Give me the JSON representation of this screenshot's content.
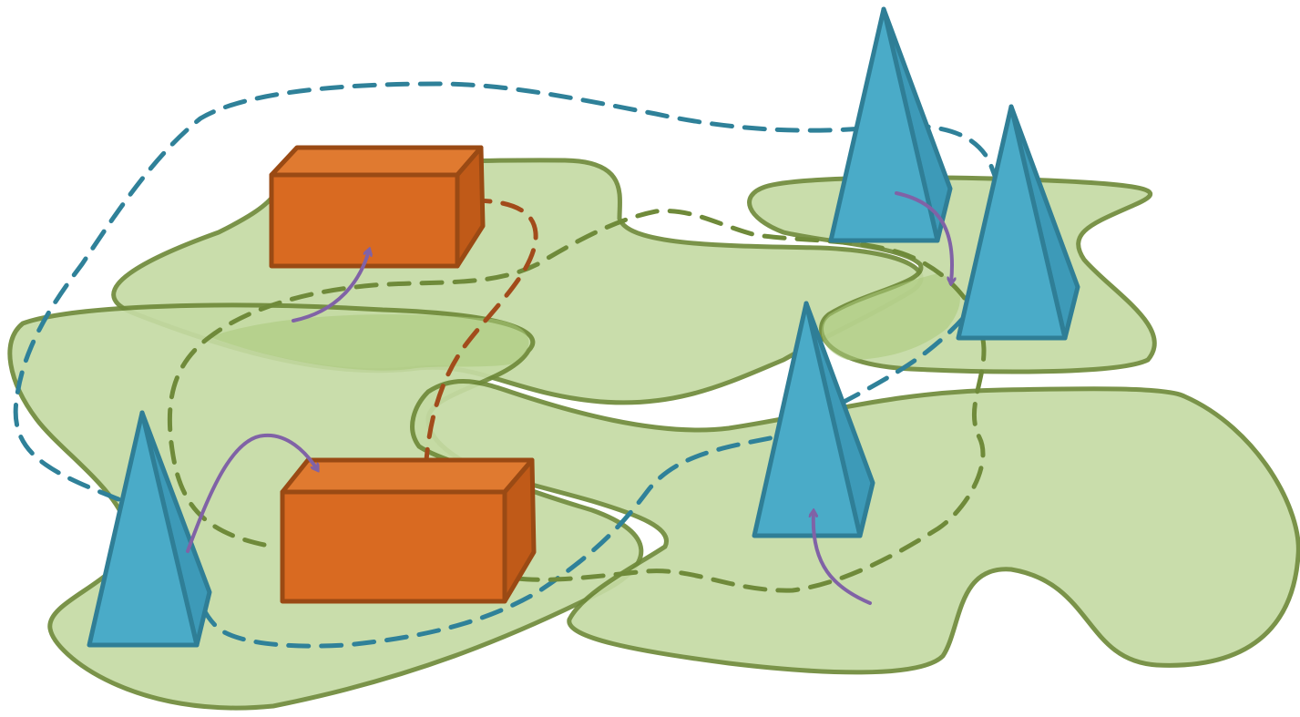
{
  "colors": {
    "background": "#ffffff",
    "region_fill": "#c5dba4",
    "region_overlap_fill": "#a9c97a",
    "region_stroke": "#6f8a3a",
    "box_front": "#d96a21",
    "box_top": "#e07a30",
    "box_side": "#c05a18",
    "box_stroke": "#9a4a14",
    "pyramid_face": "#4aabc8",
    "pyramid_side": "#3d9ab8",
    "pyramid_stroke": "#2f7e96",
    "path_blue": "#2f8199",
    "path_green": "#6f8a3a",
    "path_rust": "#a24b1b",
    "arrow_purple": "#8062a6"
  },
  "diagram": {
    "regions": [
      "region-top-left",
      "region-left",
      "region-top-right",
      "region-right-bottom",
      "region-river-middle"
    ],
    "boxes": [
      "box-upper",
      "box-lower"
    ],
    "pyramids": [
      "pyramid-left",
      "pyramid-center",
      "pyramid-top-right-back",
      "pyramid-top-right-front"
    ],
    "paths": [
      "path-blue-dashed",
      "path-green-dashed",
      "path-rust-dashed"
    ],
    "arrows": [
      "arrow-upper-box",
      "arrow-lower-box",
      "arrow-center-pyramid",
      "arrow-top-right"
    ]
  }
}
